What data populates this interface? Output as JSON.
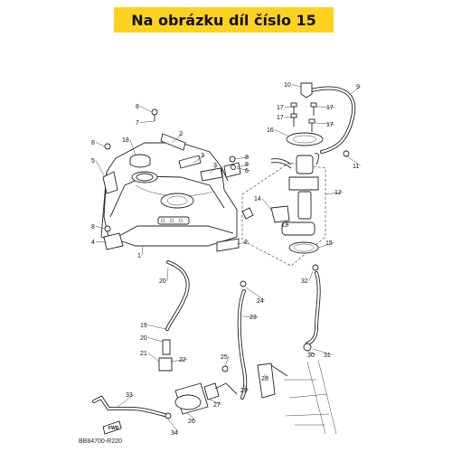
{
  "header": {
    "title": "Na obrázku díl číslo 15"
  },
  "diagram_code": "BB84700-R220",
  "fwd_label": "FWD",
  "callouts": [
    {
      "id": "c1",
      "label": "1"
    },
    {
      "id": "c2a",
      "label": "2"
    },
    {
      "id": "c2b",
      "label": "2"
    },
    {
      "id": "c3a",
      "label": "3"
    },
    {
      "id": "c3b",
      "label": "3"
    },
    {
      "id": "c4",
      "label": "4"
    },
    {
      "id": "c5",
      "label": "5"
    },
    {
      "id": "c6",
      "label": "6"
    },
    {
      "id": "c7",
      "label": "7"
    },
    {
      "id": "c8a",
      "label": "8"
    },
    {
      "id": "c8b",
      "label": "8"
    },
    {
      "id": "c8c",
      "label": "8"
    },
    {
      "id": "c8d",
      "label": "8"
    },
    {
      "id": "c8e",
      "label": "8"
    },
    {
      "id": "c9",
      "label": "9"
    },
    {
      "id": "c10",
      "label": "10"
    },
    {
      "id": "c11",
      "label": "11"
    },
    {
      "id": "c12",
      "label": "12"
    },
    {
      "id": "c13",
      "label": "13"
    },
    {
      "id": "c14",
      "label": "14"
    },
    {
      "id": "c15",
      "label": "15"
    },
    {
      "id": "c16",
      "label": "16"
    },
    {
      "id": "c17a",
      "label": "17"
    },
    {
      "id": "c17b",
      "label": "17"
    },
    {
      "id": "c17c",
      "label": "17"
    },
    {
      "id": "c17d",
      "label": "17"
    },
    {
      "id": "c18",
      "label": "18"
    },
    {
      "id": "c19",
      "label": "19"
    },
    {
      "id": "c20a",
      "label": "20"
    },
    {
      "id": "c20b",
      "label": "20"
    },
    {
      "id": "c21",
      "label": "21"
    },
    {
      "id": "c22",
      "label": "22"
    },
    {
      "id": "c23",
      "label": "23"
    },
    {
      "id": "c24",
      "label": "24"
    },
    {
      "id": "c25",
      "label": "25"
    },
    {
      "id": "c26",
      "label": "26"
    },
    {
      "id": "c27",
      "label": "27"
    },
    {
      "id": "c28",
      "label": "28"
    },
    {
      "id": "c29",
      "label": "29"
    },
    {
      "id": "c30",
      "label": "30"
    },
    {
      "id": "c31",
      "label": "31"
    },
    {
      "id": "c32",
      "label": "32"
    },
    {
      "id": "c33",
      "label": "33"
    },
    {
      "id": "c34",
      "label": "34"
    }
  ],
  "colors": {
    "banner": "#ffd21f",
    "line": "#222222"
  }
}
